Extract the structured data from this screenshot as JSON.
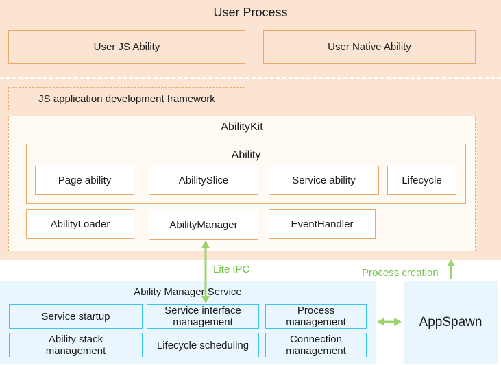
{
  "user_process": {
    "title": "User Process",
    "js_ability": "User JS Ability",
    "native_ability": "User Native Ability",
    "js_framework": "JS application development framework"
  },
  "ability_kit": {
    "title": "AbilityKit",
    "ability": {
      "title": "Ability",
      "items": [
        "Page ability",
        "AbilitySlice",
        "Service ability",
        "Lifecycle"
      ]
    },
    "loader": "AbilityLoader",
    "manager": "AbilityManager",
    "event_handler": "EventHandler"
  },
  "links": {
    "lite_ipc": "Lite IPC",
    "process_creation": "Process creation"
  },
  "ability_manager_service": {
    "title": "Ability Manager Service",
    "items": [
      "Service startup",
      "Service interface management",
      "Process management",
      "Ability stack management",
      "Lifecycle scheduling",
      "Connection management"
    ]
  },
  "appspawn": {
    "title": "AppSpawn"
  },
  "colors": {
    "orange_fill": "#fbe4d2",
    "orange_border": "#f0a868",
    "blue_fill": "#eaf6fd",
    "blue_border": "#3ec6e8",
    "arrow_green": "#9ed46e"
  }
}
